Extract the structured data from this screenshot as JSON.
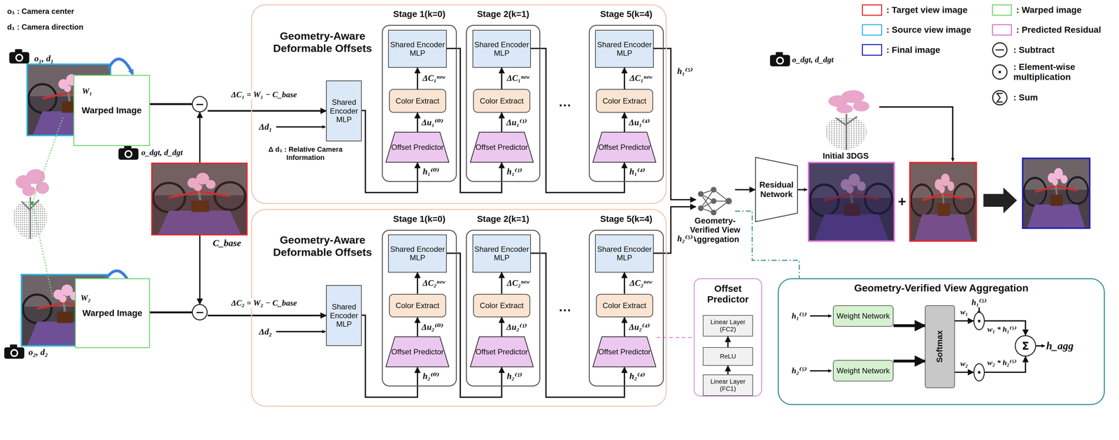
{
  "diagram": {
    "nodes": [
      {
        "text": [
          "Warped Image"
        ]
      },
      {
        "text": [
          "Warped Image"
        ]
      },
      {
        "text": [
          "C_base"
        ]
      },
      {
        "text": [
          "−"
        ]
      },
      {
        "text": [
          "−"
        ]
      },
      {
        "text": [
          "Geometry-Aware Deformable Offsets"
        ]
      },
      {
        "text": [
          "Shared Encoder MLP"
        ],
        "in": 5
      },
      {
        "text": [
          "Stage 1(k=0)"
        ],
        "in": 5
      },
      {
        "text": [
          "Shared Encoder MLP"
        ],
        "in": 7
      },
      {
        "text": [
          "Color Extract"
        ],
        "in": 7
      },
      {
        "text": [
          "Offset Predictor"
        ],
        "in": 7
      },
      {
        "text": [
          "Stage 2(k=1)"
        ],
        "in": 5
      },
      {
        "text": [
          "Shared Encoder MLP"
        ],
        "in": 11
      },
      {
        "text": [
          "Color Extract"
        ],
        "in": 11
      },
      {
        "text": [
          "Offset Predictor"
        ],
        "in": 11
      },
      {
        "text": [
          "Stage 5(k=4)"
        ],
        "in": 5
      },
      {
        "text": [
          "Shared Encoder MLP"
        ],
        "in": 15
      },
      {
        "text": [
          "Color Extract"
        ],
        "in": 15
      },
      {
        "text": [
          "Offset Predictor"
        ],
        "in": 15
      },
      {
        "text": [
          "Geometry-Aware Deformable Offsets"
        ]
      },
      {
        "text": [
          "Shared Encoder MLP"
        ],
        "in": 19
      },
      {
        "text": [
          "Stage 1(k=0)"
        ],
        "in": 19
      },
      {
        "text": [
          "Shared Encoder MLP"
        ],
        "in": 21
      },
      {
        "text": [
          "Color Extract"
        ],
        "in": 21
      },
      {
        "text": [
          "Offset Predictor"
        ],
        "in": 21
      },
      {
        "text": [
          "Stage 2(k=1)"
        ],
        "in": 19
      },
      {
        "text": [
          "Shared Encoder MLP"
        ],
        "in": 25
      },
      {
        "text": [
          "Color Extract"
        ],
        "in": 25
      },
      {
        "text": [
          "Offset Predictor"
        ],
        "in": 25
      },
      {
        "text": [
          "Stage 5(k=4)"
        ],
        "in": 19
      },
      {
        "text": [
          "Shared Encoder MLP"
        ],
        "in": 29
      },
      {
        "text": [
          "Color Extract"
        ],
        "in": 29
      },
      {
        "text": [
          "Offset Predictor"
        ],
        "in": 29
      },
      {
        "text": [
          "Offset Predictor"
        ]
      },
      {
        "text": [
          "Linear Layer (FC2)"
        ],
        "in": 33
      },
      {
        "text": [
          "ReLU"
        ],
        "in": 33
      },
      {
        "text": [
          "Linear Layer (FC1)"
        ],
        "in": 33
      },
      {
        "text": [
          "Geometry-Verified View Aggregation"
        ]
      },
      {
        "text": [
          "Residual Network"
        ]
      },
      {
        "text": [
          "Geometry-Verified View Aggregation"
        ]
      },
      {
        "text": [
          "Weight Network"
        ],
        "in": 39
      },
      {
        "text": [
          "Weight Network"
        ],
        "in": 39
      },
      {
        "text": [
          "Softmax"
        ],
        "in": 39
      },
      {
        "text": [
          "·"
        ],
        "in": 39
      },
      {
        "text": [
          "·"
        ],
        "in": 39
      },
      {
        "text": [
          "Σ"
        ],
        "in": 39
      }
    ],
    "edges": [
      {
        "from": 0,
        "to": 3,
        "arrow": "none"
      },
      {
        "from": 1,
        "to": 4,
        "arrow": "none"
      },
      {
        "from": 2,
        "to": 3,
        "arrow": "to"
      },
      {
        "from": 2,
        "to": 4,
        "arrow": "to"
      },
      {
        "from": 3,
        "to": 6,
        "arrow": "to",
        "label": "ΔC₁ = W₁ − C_base"
      },
      {
        "from": 4,
        "to": 20,
        "arrow": "to",
        "label": "ΔC₂ = W₂ − C_base"
      },
      {
        "from": 6,
        "to": 10,
        "arrow": "to",
        "label": "h₁⁽⁰⁾"
      },
      {
        "from": 10,
        "to": 9,
        "arrow": "to",
        "label": "Δu₁⁽⁰⁾"
      },
      {
        "from": 9,
        "to": 8,
        "arrow": "to",
        "label": "ΔC₁ⁿᵉʷ"
      },
      {
        "from": 8,
        "to": 14,
        "arrow": "to",
        "label": "h₁⁽¹⁾"
      },
      {
        "from": 14,
        "to": 13,
        "arrow": "to",
        "label": "Δu₁⁽¹⁾"
      },
      {
        "from": 13,
        "to": 12,
        "arrow": "to",
        "label": "ΔC₁ⁿᵉʷ"
      },
      {
        "from": 12,
        "to": 18,
        "arrow": "to",
        "label": "h₁⁽⁴⁾"
      },
      {
        "from": 18,
        "to": 17,
        "arrow": "to",
        "label": "Δu₁⁽⁴⁾"
      },
      {
        "from": 17,
        "to": 16,
        "arrow": "to",
        "label": "ΔC₁ⁿᵉʷ"
      },
      {
        "from": 16,
        "to": 37,
        "arrow": "to",
        "label": "h₁⁽⁵⁾"
      },
      {
        "from": 20,
        "to": 24,
        "arrow": "to",
        "label": "h₂⁽⁰⁾"
      },
      {
        "from": 24,
        "to": 23,
        "arrow": "to",
        "label": "Δu₂⁽⁰⁾"
      },
      {
        "from": 23,
        "to": 22,
        "arrow": "to",
        "label": "ΔC₂ⁿᵉʷ"
      },
      {
        "from": 22,
        "to": 28,
        "arrow": "to",
        "label": "h₂⁽¹⁾"
      },
      {
        "from": 28,
        "to": 27,
        "arrow": "to",
        "label": "Δu₂⁽¹⁾"
      },
      {
        "from": 27,
        "to": 26,
        "arrow": "to",
        "label": "ΔC₂ⁿᵉʷ"
      },
      {
        "from": 26,
        "to": 32,
        "arrow": "to",
        "label": "h₂⁽⁴⁾"
      },
      {
        "from": 32,
        "to": 31,
        "arrow": "to",
        "label": "Δu₂⁽⁴⁾"
      },
      {
        "from": 31,
        "to": 30,
        "arrow": "to",
        "label": "ΔC₂ⁿᵉʷ"
      },
      {
        "from": 30,
        "to": 37,
        "arrow": "to",
        "label": "h₂⁽⁵⁾"
      },
      {
        "from": 37,
        "to": 38,
        "arrow": "to"
      },
      {
        "from": 32,
        "to": 33,
        "arrow": "none"
      },
      {
        "from": 37,
        "to": 39,
        "arrow": "none"
      },
      {
        "from": 36,
        "to": 35,
        "arrow": "to"
      },
      {
        "from": 35,
        "to": 34,
        "arrow": "to"
      },
      {
        "from": 40,
        "to": 42,
        "arrow": "to"
      },
      {
        "from": 41,
        "to": 42,
        "arrow": "to"
      },
      {
        "from": 42,
        "to": 43,
        "arrow": "to",
        "label": "w₁"
      },
      {
        "from": 42,
        "to": 44,
        "arrow": "to",
        "label": "w₂"
      },
      {
        "from": 43,
        "to": 45,
        "arrow": "to",
        "label": "w₁ * h₁⁽⁵⁾"
      },
      {
        "from": 44,
        "to": 45,
        "arrow": "to",
        "label": "w₂ * h₂⁽⁵⁾"
      }
    ],
    "labels": [
      "o₁ : Camera center",
      "d₁ : Camera direction",
      "o₁, d₁",
      "W₁",
      "o_dgt, d_dgt",
      "W₂",
      "o₂, d₂",
      "Δd₁",
      "Δ d₁ : Relative Camera Information",
      "Δd₂",
      "···",
      "···",
      "Initial 3DGS",
      "o_dgt, d_dgt",
      "+",
      "h₁⁽⁵⁾",
      "h₂⁽⁵⁾",
      "h₁⁽⁵⁾",
      "h_agg"
    ],
    "legend": [
      {
        "text": ": Target view image",
        "color": "#e5262a"
      },
      {
        "text": ": Source view image",
        "color": "#2bb5e8"
      },
      {
        "text": ": Final image",
        "color": "#1f1fb0"
      },
      {
        "text": ": Warped image",
        "color": "#74d874"
      },
      {
        "text": ": Predicted Residual",
        "color": "#d770d0"
      },
      {
        "text": ": Subtract"
      },
      {
        "text": ": Element-wise multiplication"
      },
      {
        "text": ": Sum"
      }
    ]
  }
}
